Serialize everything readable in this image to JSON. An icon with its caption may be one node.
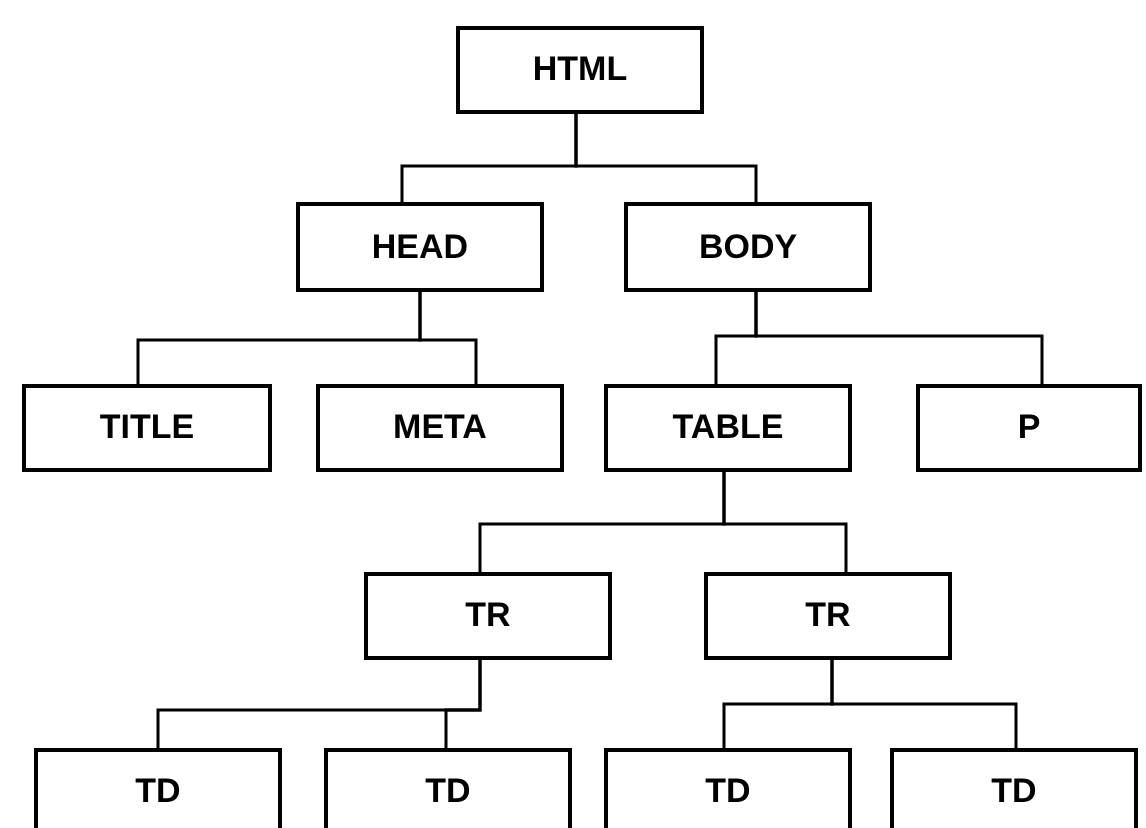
{
  "diagram": {
    "nodes": [
      {
        "text": [
          "HTML"
        ]
      },
      {
        "text": [
          "HEAD"
        ]
      },
      {
        "text": [
          "BODY"
        ]
      },
      {
        "text": [
          "TITLE"
        ]
      },
      {
        "text": [
          "META"
        ]
      },
      {
        "text": [
          "TABLE"
        ]
      },
      {
        "text": [
          "P"
        ]
      },
      {
        "text": [
          "TR"
        ]
      },
      {
        "text": [
          "TR"
        ]
      },
      {
        "text": [
          "TD"
        ]
      },
      {
        "text": [
          "TD"
        ]
      },
      {
        "text": [
          "TD"
        ]
      },
      {
        "text": [
          "TD"
        ]
      }
    ],
    "edges": [
      {
        "from": 0,
        "to": 1,
        "arrow": "none"
      },
      {
        "from": 0,
        "to": 2,
        "arrow": "none"
      },
      {
        "from": 1,
        "to": 3,
        "arrow": "none"
      },
      {
        "from": 1,
        "to": 4,
        "arrow": "none"
      },
      {
        "from": 2,
        "to": 5,
        "arrow": "none"
      },
      {
        "from": 2,
        "to": 6,
        "arrow": "none"
      },
      {
        "from": 5,
        "to": 7,
        "arrow": "none"
      },
      {
        "from": 5,
        "to": 8,
        "arrow": "none"
      },
      {
        "from": 7,
        "to": 9,
        "arrow": "none"
      },
      {
        "from": 7,
        "to": 10,
        "arrow": "none"
      },
      {
        "from": 8,
        "to": 11,
        "arrow": "none"
      },
      {
        "from": 8,
        "to": 12,
        "arrow": "none"
      }
    ]
  }
}
